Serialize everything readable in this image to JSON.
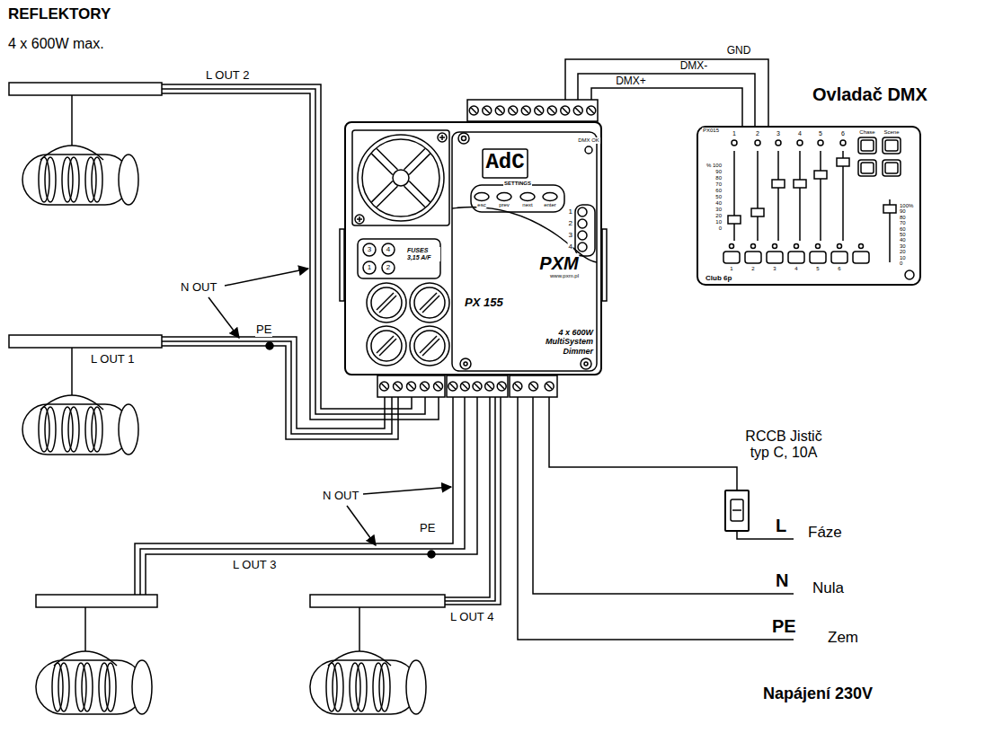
{
  "diagram": {
    "title": "REFLEKTORY",
    "nodes": [
      {
        "text": [
          "PX 155",
          "4 x 600W MultiSystem Dimmer"
        ]
      },
      {
        "text": [
          "Ovladač DMX"
        ]
      },
      {
        "text": [
          "RCCB Jistič typ C, 10A"
        ]
      }
    ],
    "edges": [
      {
        "from": 0,
        "to": 1,
        "arrow": "none",
        "label": "GND"
      },
      {
        "from": 0,
        "to": 1,
        "arrow": "none",
        "label": "DMX-"
      },
      {
        "from": 0,
        "to": 1,
        "arrow": "none",
        "label": "DMX+"
      },
      {
        "from": 0,
        "to": 2,
        "arrow": "none"
      }
    ],
    "labels": [
      "4 x 600W max.",
      "L OUT 2",
      "N OUT",
      "PE",
      "L OUT 1",
      "N OUT",
      "PE",
      "L OUT 3",
      "L OUT 4",
      "AdC",
      "DMX OK",
      "SETTINGS",
      "esc",
      "prev",
      "next",
      "enter",
      "1",
      "2",
      "3",
      "4",
      "FUSES 3,15 A/F",
      "3",
      "4",
      "1",
      "2",
      "PXM",
      "www.pxm.pl",
      "PX015",
      "1",
      "2",
      "3",
      "4",
      "5",
      "6",
      "Chase",
      "Scene",
      "% 100",
      "90",
      "80",
      "70",
      "60",
      "50",
      "40",
      "30",
      "20",
      "10",
      "0",
      "100%",
      "90",
      "80",
      "70",
      "60",
      "50",
      "40",
      "30",
      "20",
      "10",
      "0",
      "1",
      "2",
      "3",
      "4",
      "5",
      "6",
      "Club 6p",
      "L",
      "Fáze",
      "N",
      "Nula",
      "PE",
      "Zem",
      "Napájení 230V"
    ]
  }
}
